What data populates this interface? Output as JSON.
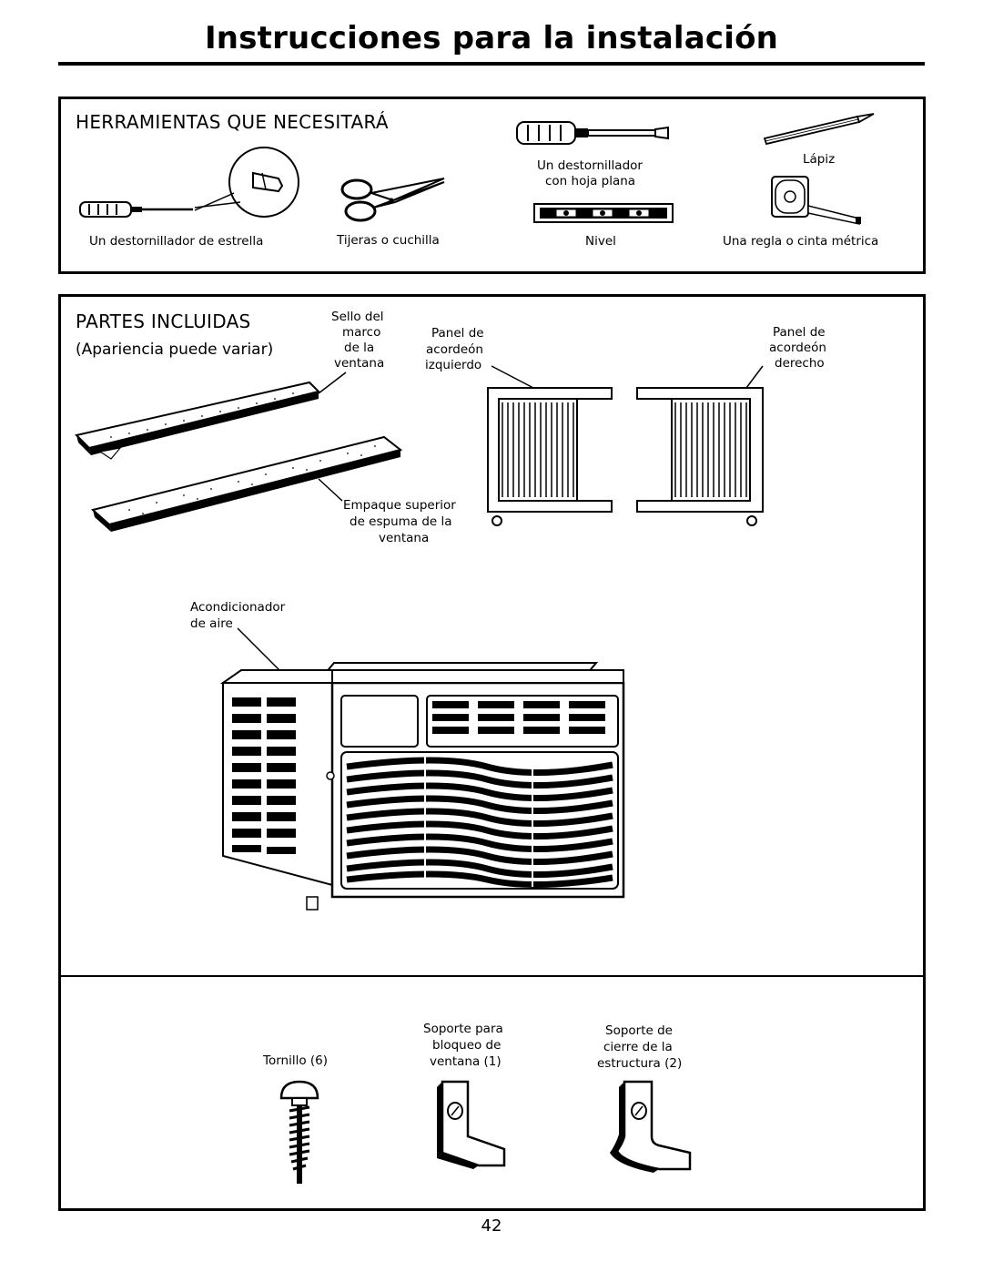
{
  "page": {
    "title": "Instrucciones para la instalación",
    "page_number": "42"
  },
  "tools": {
    "heading": "HERRAMIENTAS QUE NECESITARÁ",
    "items": [
      {
        "label": "Un destornillador de estrella",
        "icon": "phillips-screwdriver-icon"
      },
      {
        "label": "Tijeras o cuchilla",
        "icon": "scissors-icon"
      },
      {
        "label_line1": "Un destornillador",
        "label_line2": "con hoja plana",
        "icon": "flathead-screwdriver-icon"
      },
      {
        "label": "Nivel",
        "icon": "level-icon"
      },
      {
        "label": "Lápiz",
        "icon": "pencil-icon"
      },
      {
        "label": "Una regla o cinta métrica",
        "icon": "tape-measure-icon"
      }
    ]
  },
  "parts": {
    "heading": "PARTES INCLUIDAS",
    "note": "Apariencia puede variar",
    "window_seal": [
      "Sello del",
      "marco",
      "de la",
      "ventana"
    ],
    "left_panel": [
      "Panel de",
      "acordeón",
      "izquierdo"
    ],
    "right_panel": [
      "Panel de",
      "acordeón",
      "derecho"
    ],
    "foam_gasket": [
      "Empaque superior",
      "de espuma de la",
      "ventana"
    ],
    "air_conditioner": [
      "Acondicionador",
      "de aire"
    ],
    "screw": "Tornillo (6)",
    "window_lock_bracket": [
      "Soporte para",
      "bloqueo de",
      "ventana (1)"
    ],
    "frame_bracket": [
      "Soporte de",
      "cierre de la",
      "estructura (2)"
    ]
  }
}
